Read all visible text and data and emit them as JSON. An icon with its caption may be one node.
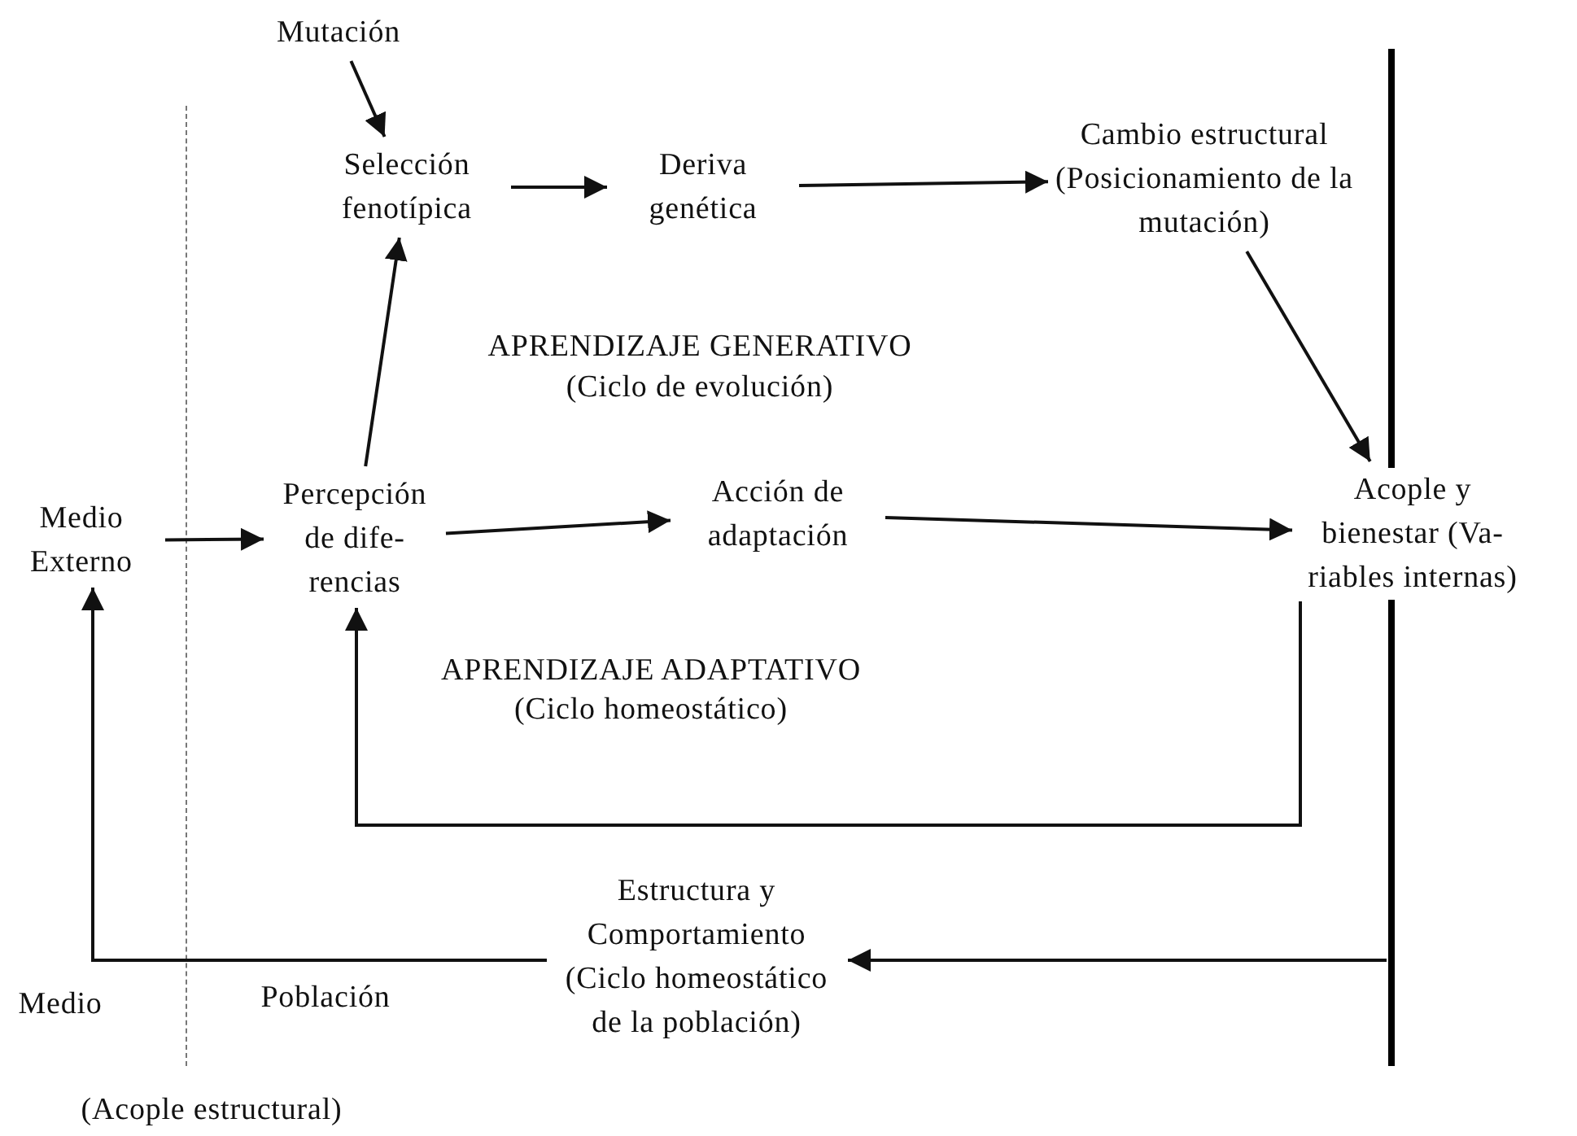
{
  "diagram": {
    "nodes": [
      {
        "text": [
          "Mutación"
        ]
      },
      {
        "text": [
          "Selección fenotípica"
        ]
      },
      {
        "text": [
          "Deriva genética"
        ]
      },
      {
        "text": [
          "Cambio estructural (Posicionamiento de la mutación)"
        ]
      },
      {
        "text": [
          "Medio Externo"
        ]
      },
      {
        "text": [
          "Percepción de dife- rencias"
        ]
      },
      {
        "text": [
          "Acción de adaptación"
        ]
      },
      {
        "text": [
          "Acople y bienestar (Va- riables internas)"
        ]
      },
      {
        "text": [
          "Estructura y Comportamiento (Ciclo homeostático de la población)"
        ]
      },
      {
        "text": [],
        "shape": "bar"
      }
    ],
    "edges": [
      {
        "from": 0,
        "to": 1,
        "arrow": "to"
      },
      {
        "from": 1,
        "to": 2,
        "arrow": "to"
      },
      {
        "from": 2,
        "to": 3,
        "arrow": "to"
      },
      {
        "from": 3,
        "to": 7,
        "arrow": "to"
      },
      {
        "from": 4,
        "to": 5,
        "arrow": "to"
      },
      {
        "from": 5,
        "to": 1,
        "arrow": "to"
      },
      {
        "from": 5,
        "to": 6,
        "arrow": "to"
      },
      {
        "from": 6,
        "to": 7,
        "arrow": "to"
      },
      {
        "from": 7,
        "to": 5,
        "arrow": "to"
      },
      {
        "from": 9,
        "to": 8,
        "arrow": "to"
      },
      {
        "from": 8,
        "to": 4,
        "arrow": "to"
      }
    ],
    "labels": [
      "APRENDIZAJE GENERATIVO",
      "(Ciclo de evolución)",
      "APRENDIZAJE ADAPTATIVO",
      "(Ciclo homeostático)",
      "Medio",
      "Población",
      "(Acople estructural)"
    ]
  }
}
